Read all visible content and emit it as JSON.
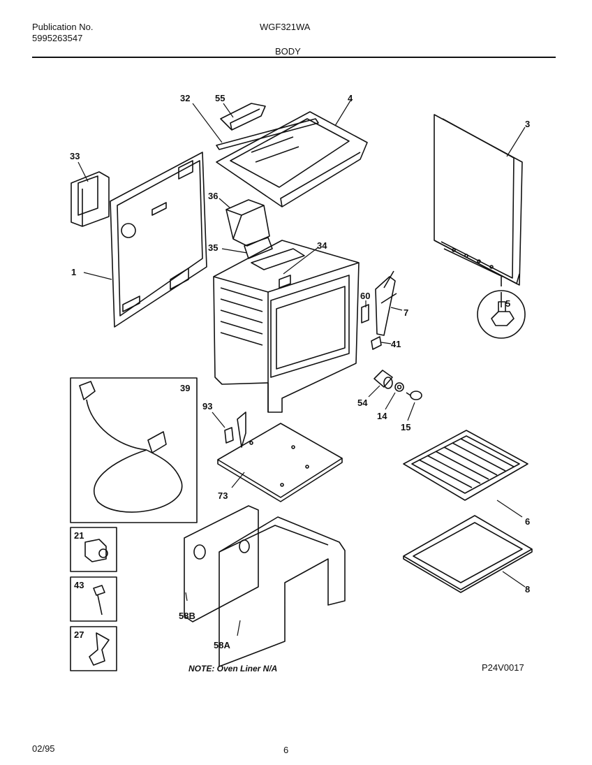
{
  "header": {
    "publication_label": "Publication No.",
    "publication_number": "5995263547",
    "model": "WGF321WA",
    "section": "BODY"
  },
  "diagram": {
    "callouts": [
      "32",
      "55",
      "4",
      "3",
      "33",
      "36",
      "35",
      "34",
      "1",
      "60",
      "7",
      "5",
      "41",
      "39",
      "54",
      "14",
      "15",
      "93",
      "73",
      "6",
      "21",
      "43",
      "8",
      "58B",
      "27",
      "58A"
    ],
    "note": "NOTE: Oven Liner N/A",
    "figure_code": "P24V0017"
  },
  "footer": {
    "date": "02/95",
    "page": "6"
  }
}
